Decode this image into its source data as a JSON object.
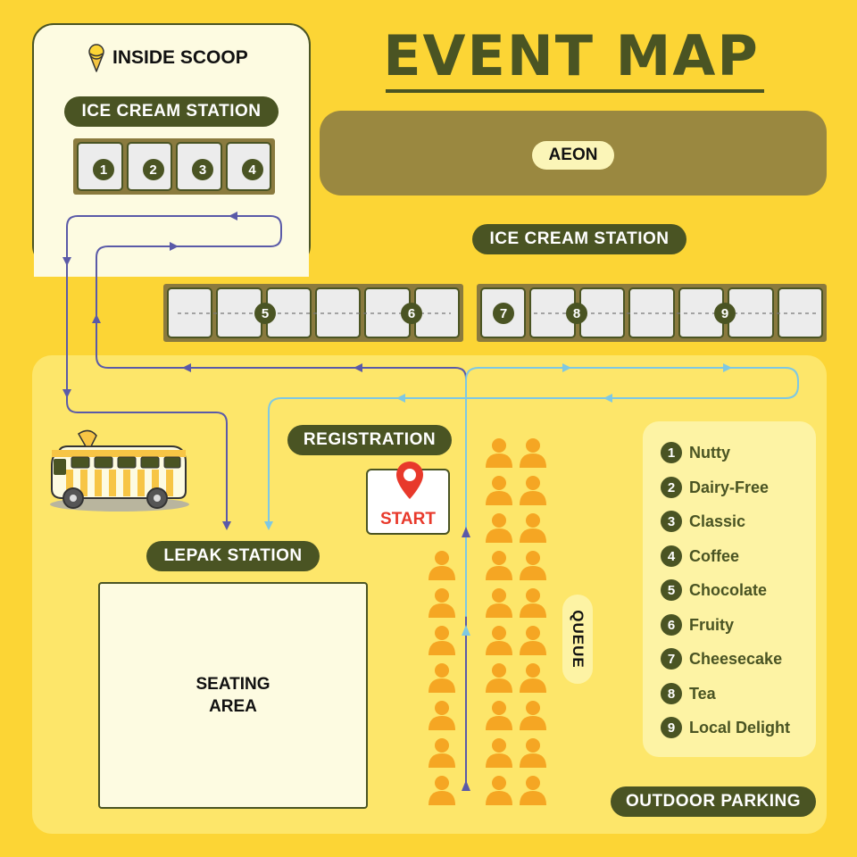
{
  "title": "EVENT MAP",
  "brand": {
    "name": "INSIDE SCOOP",
    "icon": "ice-cream-cone-icon"
  },
  "zones": {
    "ice_cream_station_inside": "ICE CREAM STATION",
    "aeon": "AEON",
    "ice_cream_station_main": "ICE CREAM STATION",
    "registration": "REGISTRATION",
    "start": "START",
    "lepak_station": "LEPAK STATION",
    "seating_area_line1": "SEATING",
    "seating_area_line2": "AREA",
    "queue": "QUEUE",
    "outdoor_parking": "OUTDOOR PARKING"
  },
  "stations": {
    "inside": [
      "1",
      "2",
      "3",
      "4"
    ],
    "counter_a": [
      "5",
      "6"
    ],
    "counter_b": [
      "7",
      "8",
      "9"
    ]
  },
  "legend": [
    {
      "num": "1",
      "label": "Nutty"
    },
    {
      "num": "2",
      "label": "Dairy-Free"
    },
    {
      "num": "3",
      "label": "Classic"
    },
    {
      "num": "4",
      "label": "Coffee"
    },
    {
      "num": "5",
      "label": "Chocolate"
    },
    {
      "num": "6",
      "label": "Fruity"
    },
    {
      "num": "7",
      "label": "Cheesecake"
    },
    {
      "num": "8",
      "label": "Tea"
    },
    {
      "num": "9",
      "label": "Local Delight"
    }
  ],
  "icons": {
    "start_marker": "location-pin-icon",
    "vehicle": "ice-cream-van-icon",
    "queue_people": "person-icon"
  },
  "colors": {
    "background": "#fcd535",
    "dark_olive": "#4a5423",
    "aeon_block": "#9a8840",
    "route_purple": "#5a5aa8",
    "route_blue": "#7ec8e3",
    "person": "#f5a623",
    "start_red": "#e8392b"
  }
}
